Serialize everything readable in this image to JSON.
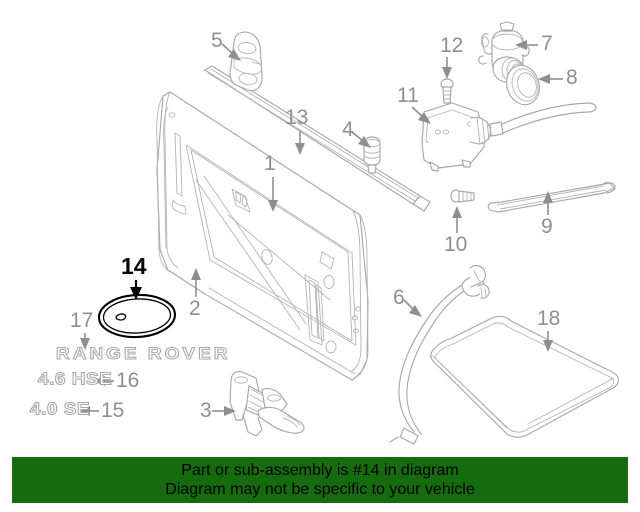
{
  "diagram": {
    "title": "Land Rover Range Rover tailgate / liftgate parts diagram",
    "highlighted_part_number": "14",
    "background_color": "#ffffff",
    "line_color": "#a8a8a8",
    "highlight_color": "#000000",
    "banner_color": "#156B0E"
  },
  "callouts": [
    {
      "id": "1",
      "label": "1",
      "part": "tailgate-outer-panel",
      "highlighted": false
    },
    {
      "id": "2",
      "label": "2",
      "part": "tailgate-inner-panel",
      "highlighted": false
    },
    {
      "id": "3",
      "label": "3",
      "part": "tailgate-hinge",
      "highlighted": false
    },
    {
      "id": "4",
      "label": "4",
      "part": "rubber-bump-stop",
      "highlighted": false
    },
    {
      "id": "5",
      "label": "5",
      "part": "striker-bracket",
      "highlighted": false
    },
    {
      "id": "6",
      "label": "6",
      "part": "wiring-harness-cable",
      "highlighted": false
    },
    {
      "id": "7",
      "label": "7",
      "part": "lock-cylinder",
      "highlighted": false
    },
    {
      "id": "8",
      "label": "8",
      "part": "lock-cylinder-bezel",
      "highlighted": false
    },
    {
      "id": "9",
      "label": "9",
      "part": "support-rod",
      "highlighted": false
    },
    {
      "id": "10",
      "label": "10",
      "part": "support-rod-bolt",
      "highlighted": false
    },
    {
      "id": "11",
      "label": "11",
      "part": "latch-actuator",
      "highlighted": false
    },
    {
      "id": "12",
      "label": "12",
      "part": "actuator-bolt",
      "highlighted": false
    },
    {
      "id": "13",
      "label": "13",
      "part": "upper-trim-moulding",
      "highlighted": false
    },
    {
      "id": "14",
      "label": "14",
      "part": "oval-emblem-badge",
      "highlighted": true
    },
    {
      "id": "15",
      "label": "15",
      "part": "badge-4-0-se",
      "highlighted": false
    },
    {
      "id": "16",
      "label": "16",
      "part": "badge-4-6-hse",
      "highlighted": false
    },
    {
      "id": "17",
      "label": "17",
      "part": "badge-range-rover",
      "highlighted": false
    },
    {
      "id": "18",
      "label": "18",
      "part": "tailgate-trim-mat",
      "highlighted": false
    }
  ],
  "badges": {
    "range_rover": "RANGE ROVER",
    "hse": "4.6 HSE",
    "se": "4.0 SE"
  },
  "notice": {
    "line1": "Part or sub-assembly is #14 in diagram",
    "line2": "Diagram may not be specific to your vehicle"
  }
}
